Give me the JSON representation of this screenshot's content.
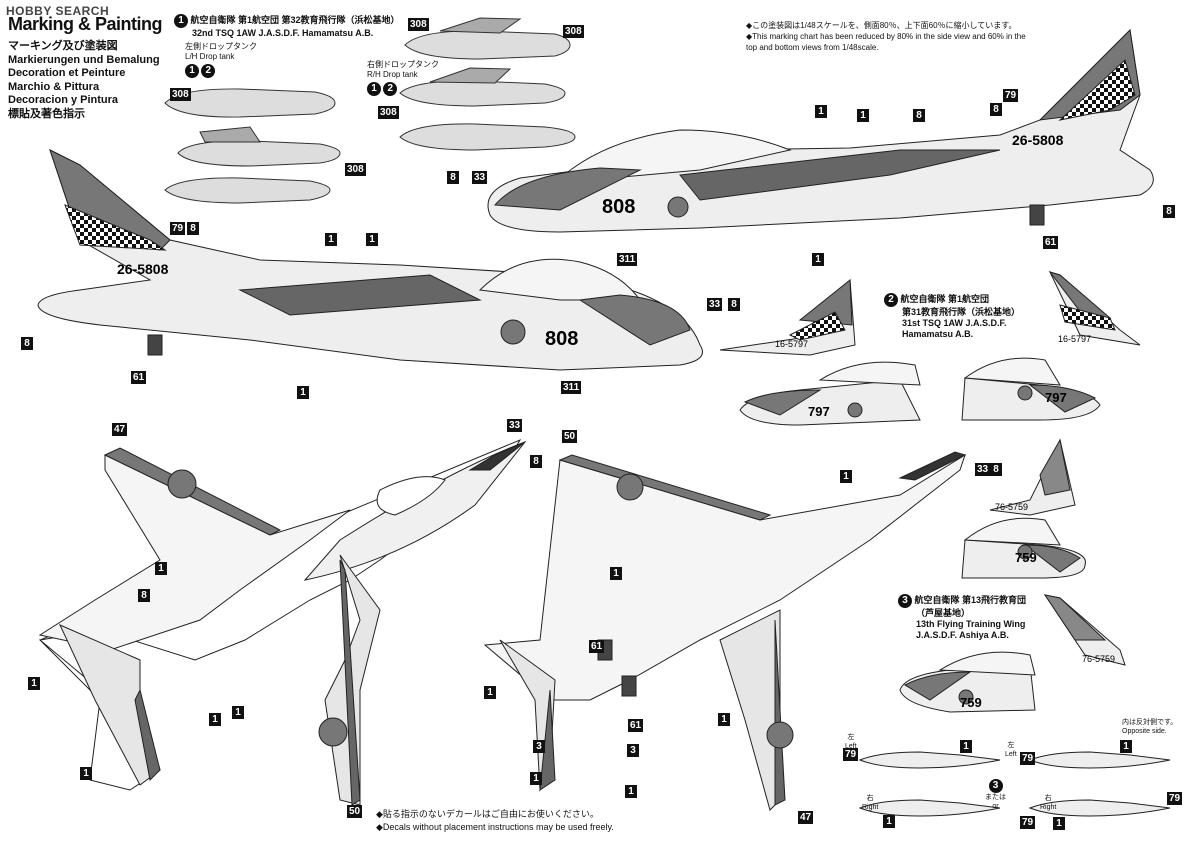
{
  "brand": "HOBBY SEARCH",
  "heading": "Marking & Painting",
  "languages": [
    "マーキング及び塗装図",
    "Markierungen und Bemalung",
    "Decoration et Peinture",
    "Marchio & Pittura",
    "Decoracion y Pintura",
    "標貼及著色指示"
  ],
  "scheme1": {
    "num": "1",
    "jp": "航空自衛隊 第1航空団 第32教育飛行隊（浜松基地）",
    "en": "32nd TSQ 1AW J.A.S.D.F. Hamamatsu A.B."
  },
  "scheme2": {
    "num": "2",
    "jp1": "航空自衛隊 第1航空団",
    "jp2": "第31教育飛行隊（浜松基地）",
    "en1": "31st TSQ 1AW J.A.S.D.F.",
    "en2": "Hamamatsu A.B."
  },
  "scheme3": {
    "num": "3",
    "jp1": "航空自衛隊 第13飛行教育団",
    "jp2": "（芦屋基地）",
    "en1": "13th Flying Training Wing",
    "en2": "J.A.S.D.F. Ashiya A.B."
  },
  "tanks": {
    "lh_jp": "左側ドロップタンク",
    "lh_en": "L/H Drop tank",
    "rh_jp": "右側ドロップタンク",
    "rh_en": "R/H Drop tank"
  },
  "scale_note": {
    "jp": "◆この塗装図は1/48スケールを、側面80％、上下面60％に縮小しています。",
    "en1": "◆This marking chart has been reduced by 80% in the side view and 60% in the",
    "en2": "top and bottom views from 1/48scale."
  },
  "aircraft": {
    "tail_1": "26-5808",
    "nose_1": "808",
    "tail_2": "16-5797",
    "nose_2": "797",
    "tail_3": "76-5759",
    "nose_3": "759"
  },
  "opposite": {
    "jp": "内は反対側です。",
    "en": "Opposite side."
  },
  "sides": {
    "left_jp": "左",
    "left_en": "Left",
    "right_jp": "右",
    "right_en": "Right",
    "or_jp": "または",
    "or_en": "or"
  },
  "footer": {
    "jp": "◆貼る指示のないデカールはご自由にお使いください。",
    "en": "◆Decals without placement instructions may be used freely."
  },
  "callouts": {
    "c1": "1",
    "c2": "2",
    "c3": "3",
    "c8": "8",
    "c33": "33",
    "c61": "61",
    "c79": "79",
    "c311": "311",
    "c47": "47",
    "c50": "50",
    "c308": "308"
  }
}
